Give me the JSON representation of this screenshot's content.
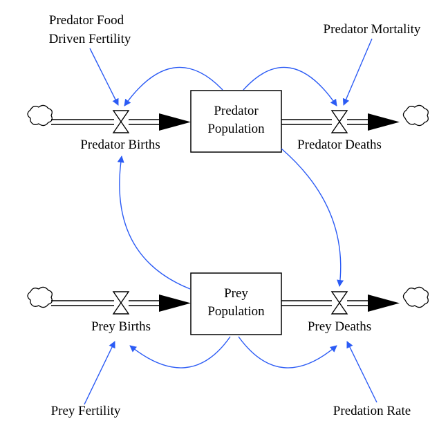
{
  "stocks": {
    "predator_population": [
      "Predator",
      "Population"
    ],
    "prey_population": [
      "Prey",
      "Population"
    ]
  },
  "flows": {
    "predator_births": "Predator Births",
    "predator_deaths": "Predator Deaths",
    "prey_births": "Prey Births",
    "prey_deaths": "Prey Deaths"
  },
  "auxiliaries": {
    "predator_food_driven_fertility": [
      "Predator Food",
      "Driven Fertility"
    ],
    "predator_mortality": "Predator Mortality",
    "prey_fertility": "Prey Fertility",
    "predation_rate": "Predation Rate"
  },
  "colors": {
    "link": "#2b5bf5",
    "pipe": "#000000",
    "stock_border": "#000000"
  }
}
